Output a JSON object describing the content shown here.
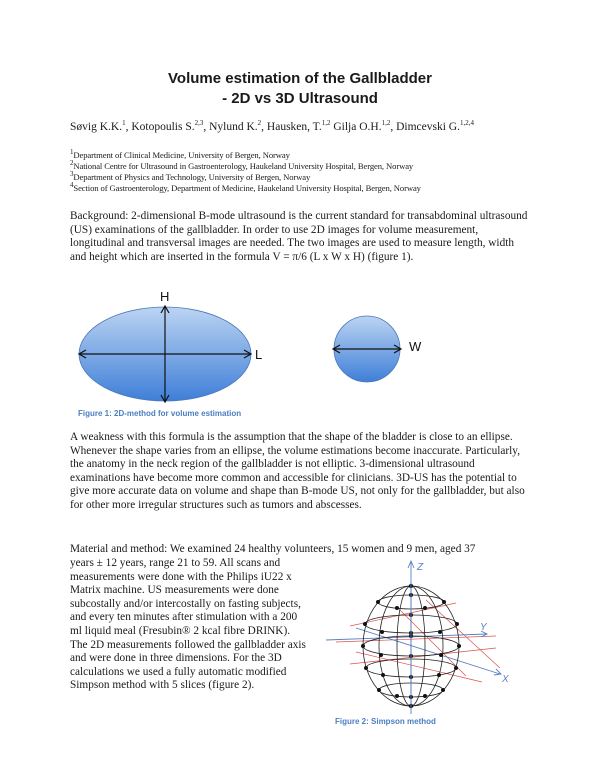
{
  "paper": {
    "title_line1": "Volume estimation of the Gallbladder",
    "title_line2": "-   2D vs 3D Ultrasound",
    "authors_html": "Søvig K.K.<sup>1</sup>, Kotopoulis S.<sup>2,3</sup>, Nylund K.<sup>2</sup>, Hausken, T.<sup>1,2</sup> Gilja O.H.<sup>1,2</sup>, Dimcevski G.<sup>1,2,4</sup>",
    "affiliations_html": [
      "<sup>1</sup>Department of Clinical Medicine, University of Bergen, Norway",
      "<sup>2</sup>National Centre for Ultrasound in Gastroenterology, Haukeland University Hospital, Bergen, Norway",
      "<sup>3</sup>Department of Physics and Technology, University of Bergen, Norway",
      "<sup>4</sup>Section of Gastroenterology, Department of Medicine, Haukeland University Hospital, Bergen, Norway"
    ],
    "background": "Background: 2-dimensional B-mode ultrasound is the current standard for transabdominal ultrasound (US) examinations of the gallbladder. In order to use 2D images for volume measurement, longitudinal and transversal images are needed. The two images are used to measure length, width and height which are inserted in the formula V = π/6 (L x W x H) (figure 1).",
    "figure1": {
      "label_h": "H",
      "label_l": "L",
      "label_w": "W",
      "caption": "Figure 1: 2D-method for volume estimation"
    },
    "weakness": "A weakness with this formula is the assumption that the shape of the bladder is close to an ellipse. Whenever the shape varies from an ellipse, the volume estimations become inaccurate. Particularly, the anatomy in the neck region of the gallbladder is not elliptic. 3-dimensional ultrasound examinations have become more common and accessible for clinicians.  3D-US has the potential to give more accurate data on volume and shape than B-mode US, not only for the gallbladder, but also for other more irregular structures such as tumors and abscesses.",
    "methods_intro": "Material and method: We examined 24 healthy volunteers, 15 women and 9 men, aged 37",
    "methods_rest": "years ± 12 years, range 21 to 59. All scans and measurements were done with the Philips iU22 x Matrix machine. US measurements were done subcostally and/or intercostally on fasting subjects, and every ten minutes after stimulation with a 200 ml liquid meal (Fresubin® 2 kcal fibre DRINK). The 2D measurements followed the gallbladder axis and were done in three dimensions. For the 3D calculations we used a fully automatic modified Simpson method with 5 slices (figure 2).",
    "figure2": {
      "axis_z": "Z",
      "axis_y": "Y",
      "axis_x": "X",
      "caption": "Figure 2: Simpson method"
    }
  },
  "colors": {
    "ellipse_light": "#bcd4f2",
    "ellipse_dark": "#3f7fd8",
    "caption_blue": "#4a7ec0",
    "axis_red": "#d9534f",
    "axis_blue": "#5a7fc0"
  }
}
